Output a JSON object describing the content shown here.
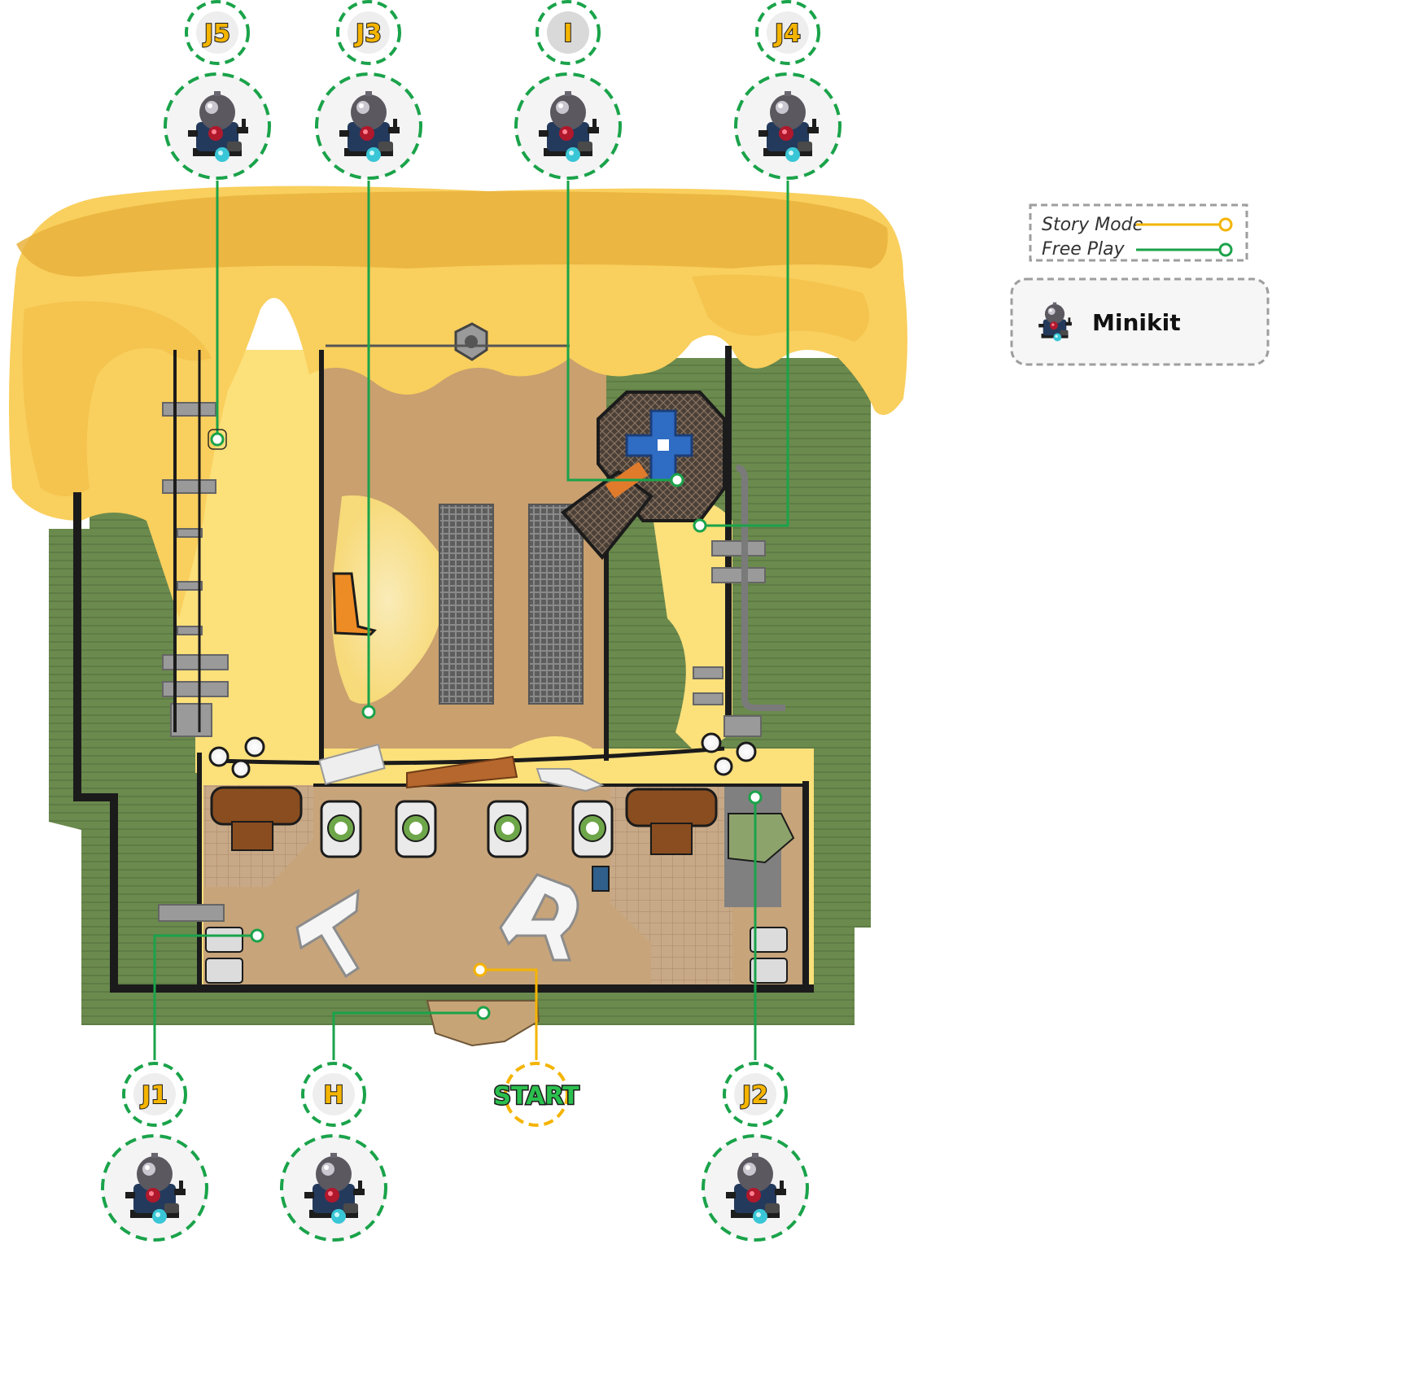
{
  "legend": {
    "story_mode_label": "Story Mode",
    "free_play_label": "Free Play",
    "minikit_label": "Minikit",
    "colors": {
      "story_mode": "#f4b400",
      "free_play": "#1aa34a"
    }
  },
  "markers": [
    {
      "id": "J5",
      "label": "J5",
      "mode": "free_play",
      "item": "minikit-icon"
    },
    {
      "id": "J3",
      "label": "J3",
      "mode": "free_play",
      "item": "minikit-icon"
    },
    {
      "id": "I",
      "label": "I",
      "mode": "free_play",
      "item": "minikit-icon"
    },
    {
      "id": "J4",
      "label": "J4",
      "mode": "free_play",
      "item": "minikit-icon"
    },
    {
      "id": "J1",
      "label": "J1",
      "mode": "free_play",
      "item": "minikit-icon"
    },
    {
      "id": "H",
      "label": "H",
      "mode": "free_play",
      "item": "minikit-icon"
    },
    {
      "id": "START",
      "label": "START",
      "mode": "story_mode",
      "item": ""
    },
    {
      "id": "J2",
      "label": "J2",
      "mode": "free_play",
      "item": "minikit-icon"
    }
  ],
  "map": {
    "floor_letters": [
      "T",
      "R"
    ],
    "colors": {
      "grass": "#6b8a4e",
      "sand": "#fcd971",
      "floor": "#c9a67a",
      "wall": "#1b1b1b"
    }
  }
}
